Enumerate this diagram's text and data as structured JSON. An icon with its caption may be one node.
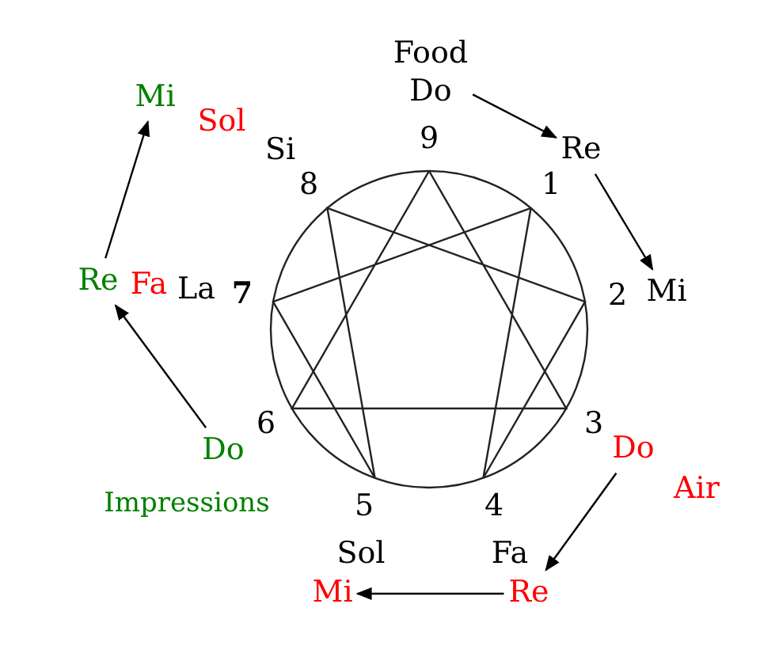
{
  "diagram": {
    "nodes": [
      {
        "text": [
          "Food",
          "Do"
        ]
      },
      {
        "text": [
          "Re"
        ]
      },
      {
        "text": [
          "Mi"
        ]
      },
      {
        "text": [
          "Do"
        ],
        "beside": [
          "Air"
        ]
      },
      {
        "text": [
          "Re"
        ]
      },
      {
        "text": [
          "Mi"
        ]
      },
      {
        "text": [
          "Do"
        ],
        "beside": [
          "Impressions"
        ]
      },
      {
        "text": [
          "Re"
        ]
      },
      {
        "text": [
          "Mi"
        ]
      }
    ],
    "edges": [
      {
        "from": 0,
        "to": 1,
        "arrow": "to"
      },
      {
        "from": 1,
        "to": 2,
        "arrow": "to"
      },
      {
        "from": 3,
        "to": 4,
        "arrow": "to"
      },
      {
        "from": 4,
        "to": 5,
        "arrow": "to"
      },
      {
        "from": 6,
        "to": 7,
        "arrow": "to"
      },
      {
        "from": 7,
        "to": 8,
        "arrow": "to"
      }
    ],
    "labels": [
      "Sol",
      "Si",
      "9",
      "8",
      "1",
      "Fa",
      "La",
      "7",
      "2",
      "6",
      "3",
      "5",
      "4",
      "Sol",
      "Fa"
    ]
  }
}
